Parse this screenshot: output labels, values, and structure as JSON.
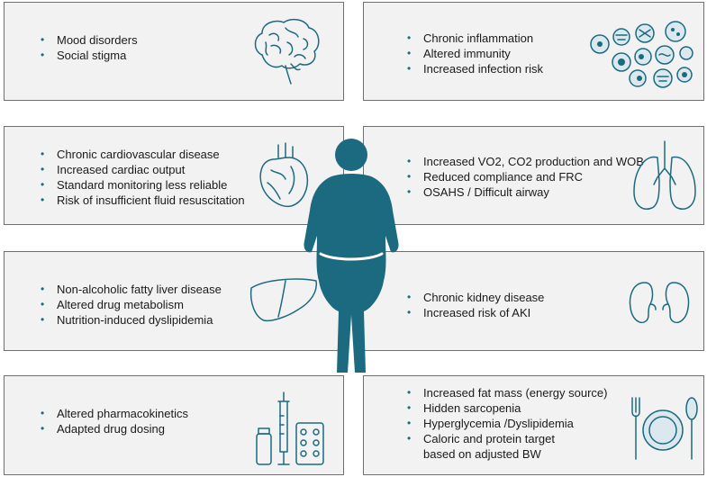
{
  "panels": {
    "brain": {
      "items": [
        "Mood disorders",
        "Social stigma"
      ]
    },
    "immune": {
      "items": [
        "Chronic inflammation",
        "Altered immunity",
        "Increased infection risk"
      ]
    },
    "heart": {
      "items": [
        "Chronic cardiovascular disease",
        "Increased cardiac output",
        "Standard monitoring less reliable",
        "Risk of insufficient  fluid resuscitation"
      ]
    },
    "lungs": {
      "items": [
        "Increased VO2, CO2 production and WOB",
        "Reduced compliance and FRC",
        "OSAHS / Difficult airway"
      ]
    },
    "liver": {
      "items": [
        "Non-alcoholic fatty liver disease",
        "Altered drug metabolism",
        "Nutrition-induced dyslipidemia"
      ]
    },
    "kidney": {
      "items": [
        "Chronic kidney disease",
        "Increased risk of AKI"
      ]
    },
    "drugs": {
      "items": [
        "Altered pharmacokinetics",
        "Adapted drug dosing"
      ]
    },
    "nutrition": {
      "items": [
        "Increased fat mass (energy source)",
        "Hidden sarcopenia",
        "Hyperglycemia /Dyslipidemia",
        "Caloric and protein target",
        "based on adjusted BW"
      ]
    }
  },
  "icons": [
    "brain-icon",
    "immune-cells-icon",
    "heart-icon",
    "lungs-icon",
    "liver-icon",
    "kidneys-icon",
    "medication-icon",
    "plate-cutlery-icon",
    "obese-person-figure"
  ],
  "colors": {
    "accent": "#1b6a80",
    "panel_bg": "#f2f2f2",
    "border": "#6f6f6f"
  }
}
